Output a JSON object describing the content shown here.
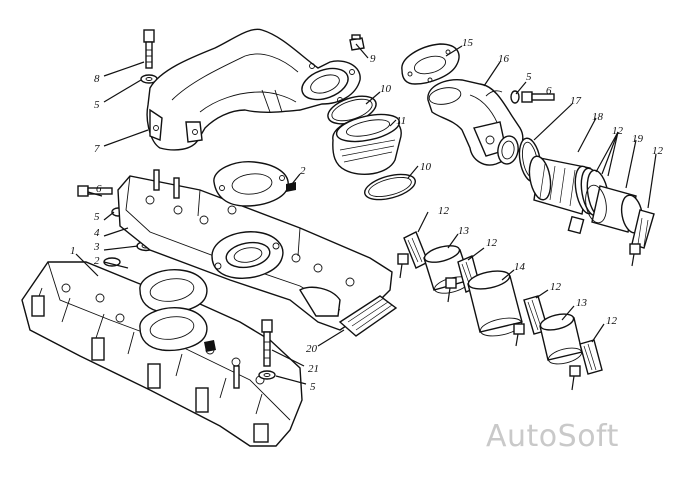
{
  "watermark": "AutoSoft",
  "callouts": [
    {
      "id": "c8a",
      "text": "8"
    },
    {
      "id": "c9",
      "text": "9"
    },
    {
      "id": "c5a",
      "text": "5"
    },
    {
      "id": "c7",
      "text": "7"
    },
    {
      "id": "c10a",
      "text": "10"
    },
    {
      "id": "c11",
      "text": "11"
    },
    {
      "id": "c10b",
      "text": "10"
    },
    {
      "id": "c15",
      "text": "15"
    },
    {
      "id": "c16",
      "text": "16"
    },
    {
      "id": "c5b",
      "text": "5"
    },
    {
      "id": "c6a",
      "text": "6"
    },
    {
      "id": "c17",
      "text": "17"
    },
    {
      "id": "c18",
      "text": "18"
    },
    {
      "id": "c12a",
      "text": "12"
    },
    {
      "id": "c19",
      "text": "19"
    },
    {
      "id": "c12b",
      "text": "12"
    },
    {
      "id": "c6b",
      "text": "6"
    },
    {
      "id": "c5c",
      "text": "5"
    },
    {
      "id": "c4",
      "text": "4"
    },
    {
      "id": "c3",
      "text": "3"
    },
    {
      "id": "c1",
      "text": "1"
    },
    {
      "id": "c2a",
      "text": "2"
    },
    {
      "id": "c2b",
      "text": "2"
    },
    {
      "id": "c12c",
      "text": "12"
    },
    {
      "id": "c13a",
      "text": "13"
    },
    {
      "id": "c12d",
      "text": "12"
    },
    {
      "id": "c14",
      "text": "14"
    },
    {
      "id": "c12e",
      "text": "12"
    },
    {
      "id": "c13b",
      "text": "13"
    },
    {
      "id": "c12f",
      "text": "12"
    },
    {
      "id": "c20",
      "text": "20"
    },
    {
      "id": "c21",
      "text": "21"
    },
    {
      "id": "c5d",
      "text": "5"
    }
  ]
}
